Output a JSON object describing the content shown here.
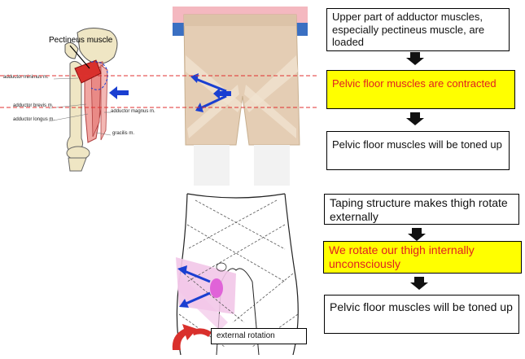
{
  "anatomy": {
    "pectineus": "Pectineus muscle",
    "adductor_minimus": "adductor minimus m.",
    "adductor_brevis": "adductor brevis m.",
    "adductor_longus": "adductor longus m.",
    "adductor_magnus": "adductor magnus m.",
    "gracilis": "gracilis m."
  },
  "flow_top": [
    {
      "text": "Upper part of adductor muscles, especially pectineus muscle, are loaded",
      "highlight": false
    },
    {
      "text": "Pelvic floor muscles are contracted",
      "highlight": true
    },
    {
      "text": "Pelvic floor muscles will be toned up",
      "highlight": false
    }
  ],
  "flow_bottom": [
    {
      "text": "Taping structure makes thigh rotate externally",
      "highlight": false
    },
    {
      "text": "We rotate our thigh internally unconsciously",
      "highlight": true
    },
    {
      "text": "Pelvic floor muscles will be toned up",
      "highlight": false
    }
  ],
  "rotation_label": "external rotation",
  "colors": {
    "highlight_fill": "#ffff00",
    "highlight_text": "#e02020",
    "guide_line": "#e03030",
    "arrow_blue": "#1a3fd1",
    "muscle_red": "#d9302c",
    "tape_pink": "#f2c6e8",
    "garment_beige": "#e4cdb4"
  },
  "icons": [
    "blue-arrow-icon",
    "down-arrow-icon",
    "red-rotation-arrow-icon"
  ]
}
